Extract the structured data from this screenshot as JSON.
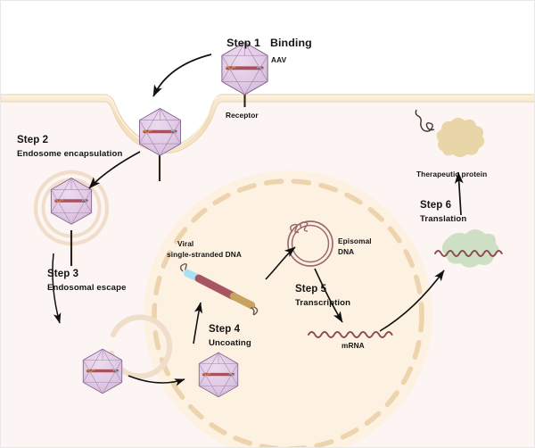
{
  "figure": {
    "title_step": "Step 1",
    "title_name": "Binding",
    "background_extracellular": "#ffffff",
    "background_cytoplasm": "#fdf5f3",
    "background_nucleus": "#fdf2e2",
    "membrane_color": "#f2dfc0",
    "capsid_color": "#e3cfe6",
    "dna_color": "#a85563",
    "mrna_color": "#8c4b52",
    "protein_color": "#e8d5a8",
    "ribosome_color": "#cde0c4"
  },
  "steps": [
    {
      "id": "step1",
      "step": "Step 1",
      "name": "Binding"
    },
    {
      "id": "step2",
      "step": "Step 2",
      "name": "Endosome encapsulation"
    },
    {
      "id": "step3",
      "step": "Step 3",
      "name": "Endosomal escape"
    },
    {
      "id": "step4",
      "step": "Step 4",
      "name": "Uncoating"
    },
    {
      "id": "step5",
      "step": "Step 5",
      "name": "Transcription"
    },
    {
      "id": "step6",
      "step": "Step 6",
      "name": "Translation"
    }
  ],
  "labels": {
    "aav": "AAV",
    "receptor": "Receptor",
    "viral_dna_line1": "Viral",
    "viral_dna_line2": "single-stranded DNA",
    "episomal_line1": "Episomal",
    "episomal_line2": "DNA",
    "mrna": "mRNA",
    "therapeutic_protein": "Therapeutic protein"
  }
}
